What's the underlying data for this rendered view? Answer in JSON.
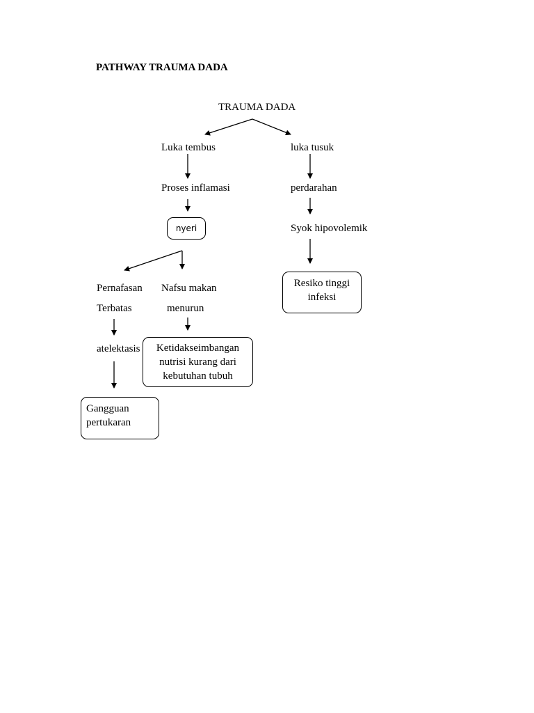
{
  "page": {
    "title": "PATHWAY TRAUMA DADA"
  },
  "diagram": {
    "root": "TRAUMA DADA",
    "left_branch": {
      "level1": "Luka tembus",
      "level2": "Proses inflamasi",
      "level3_box": "nyeri",
      "sub_left": {
        "line1": "Pernafasan",
        "line2": "Terbatas",
        "next": "atelektasis",
        "box": "Gangguan pertukaran"
      },
      "sub_right": {
        "line1": "Nafsu makan",
        "line2": "menurun",
        "box": "Ketidakseimbangan nutrisi kurang dari kebutuhan tubuh"
      }
    },
    "right_branch": {
      "level1": "luka tusuk",
      "level2": "perdarahan",
      "level3": "Syok hipovolemik",
      "box": "Resiko tinggi infeksi"
    }
  }
}
